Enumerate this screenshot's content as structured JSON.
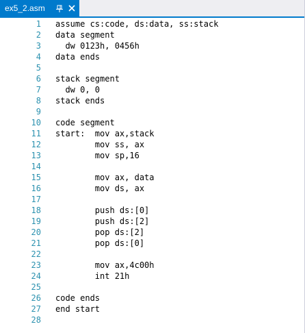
{
  "tab": {
    "title": "ex5_2.asm",
    "pin_icon": "pin-icon",
    "close_icon": "close-icon"
  },
  "colors": {
    "tab_active": "#007acc",
    "line_number": "#2b91af",
    "code_text": "#000000"
  },
  "lines": [
    {
      "num": "1",
      "text": "assume cs:code, ds:data, ss:stack"
    },
    {
      "num": "2",
      "text": "data segment"
    },
    {
      "num": "3",
      "text": "  dw 0123h, 0456h"
    },
    {
      "num": "4",
      "text": "data ends"
    },
    {
      "num": "5",
      "text": ""
    },
    {
      "num": "6",
      "text": "stack segment"
    },
    {
      "num": "7",
      "text": "  dw 0, 0"
    },
    {
      "num": "8",
      "text": "stack ends"
    },
    {
      "num": "9",
      "text": ""
    },
    {
      "num": "10",
      "text": "code segment"
    },
    {
      "num": "11",
      "text": "start:  mov ax,stack"
    },
    {
      "num": "12",
      "text": "        mov ss, ax"
    },
    {
      "num": "13",
      "text": "        mov sp,16"
    },
    {
      "num": "14",
      "text": ""
    },
    {
      "num": "15",
      "text": "        mov ax, data"
    },
    {
      "num": "16",
      "text": "        mov ds, ax"
    },
    {
      "num": "17",
      "text": ""
    },
    {
      "num": "18",
      "text": "        push ds:[0]"
    },
    {
      "num": "19",
      "text": "        push ds:[2]"
    },
    {
      "num": "20",
      "text": "        pop ds:[2]"
    },
    {
      "num": "21",
      "text": "        pop ds:[0]"
    },
    {
      "num": "22",
      "text": ""
    },
    {
      "num": "23",
      "text": "        mov ax,4c00h"
    },
    {
      "num": "24",
      "text": "        int 21h"
    },
    {
      "num": "25",
      "text": ""
    },
    {
      "num": "26",
      "text": "code ends"
    },
    {
      "num": "27",
      "text": "end start"
    },
    {
      "num": "28",
      "text": ""
    }
  ]
}
